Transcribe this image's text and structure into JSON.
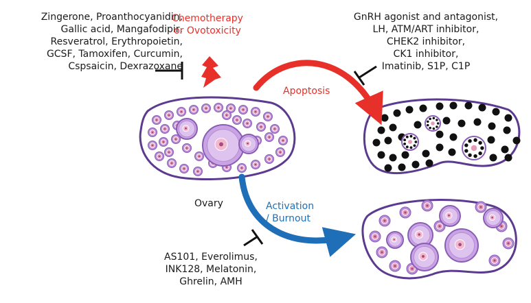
{
  "protectants_top_left": [
    "Zingerone, Proanthocyanidin,",
    "Gallic acid, Mangafodipir,",
    "Resveratrol, Erythropoietin,",
    "GCSF, Tamoxifen, Curcumin,",
    "Cspsaicin, Dexrazoxane"
  ],
  "trigger": [
    "Chemotherapy",
    "or Ovotoxicity"
  ],
  "inhibitors_top_right": [
    "GnRH agonist and antagonist,",
    "LH, ATM/ART inhibitor,",
    "CHEK2 inhibitor,",
    "CK1 inhibitor,",
    "Imatinib, S1P, C1P"
  ],
  "apoptosis_label": "Apoptosis",
  "ovary_label": "Ovary",
  "activation_label": [
    "Activation",
    "/ Burnout"
  ],
  "inhibitors_bottom": [
    "AS101, Everolimus,",
    "INK128, Melatonin,",
    "Ghrelin, AMH"
  ],
  "colors": {
    "chemo": "#e8302a",
    "activation": "#1f6fb8",
    "ovary_outline": "#5b3a8f",
    "follicle": "#b68ad6",
    "oocyte": "#e99ab8",
    "dead": "#111111"
  }
}
